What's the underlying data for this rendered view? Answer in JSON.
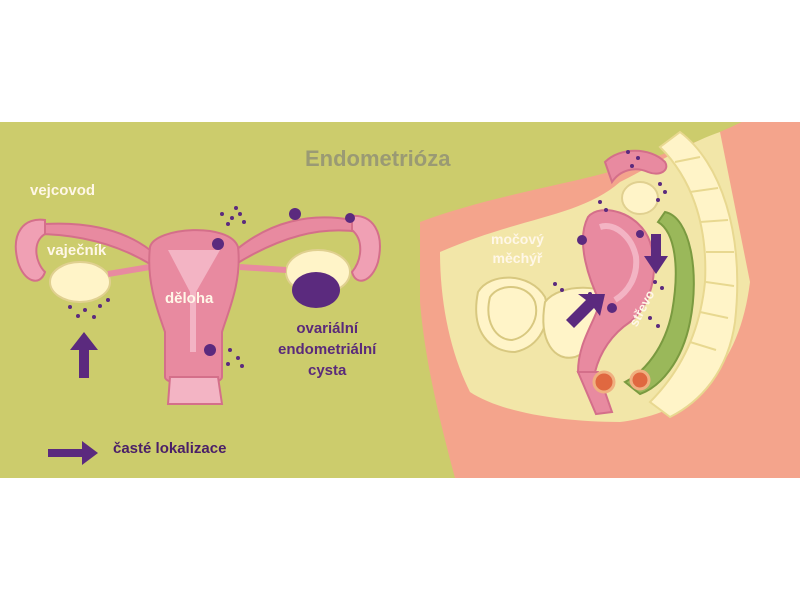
{
  "title": "Endometrióza",
  "labels": {
    "vejcovod": "vejcovod",
    "vajecnik": "vaječník",
    "deloha": "děloha",
    "cyst_line1": "ovariální",
    "cyst_line2": "endometriální",
    "cyst_line3": "cysta",
    "mocovy": "močový",
    "mechyr": "měchýř",
    "strevo": "střevo"
  },
  "legend": {
    "text": "časté lokalizace",
    "icon": "arrow-icon"
  },
  "colors": {
    "background": "#cccc6c",
    "uterus": "#e88aa0",
    "ovary": "#fff4c8",
    "lesion": "#5b2a7e",
    "title": "#9a9a74"
  }
}
